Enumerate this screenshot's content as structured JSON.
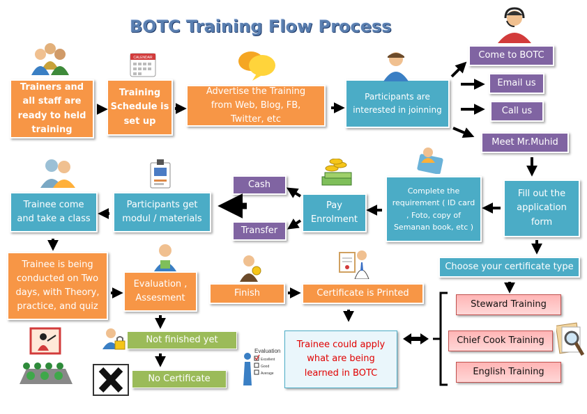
{
  "title": "BOTC Training Flow Process",
  "colors": {
    "orange": "#f79646",
    "teal": "#4bacc6",
    "purple": "#8064a2",
    "green": "#9bbb59",
    "pink": "#ffc7c7",
    "red_text": "#e00000"
  },
  "nodes": {
    "trainers_ready": "Trainers and all staff are ready to held training",
    "training_schedule": "Training Schedule is set up",
    "advertise": "Advertise the Training from Web, Blog, FB, Twitter, etc",
    "participants_interested": "Participants are interested in joinning",
    "come_to_botc": "Come to BOTC",
    "email_us": "Email us",
    "call_us": "Call us",
    "meet_mr_muhid": "Meet Mr.Muhid",
    "fill_out_form": "Fill out the application form",
    "complete_requirement": "Complete the requirement ( ID card , Foto, copy of Semanan book, etc )",
    "pay_enrolment": "Pay Enrolment",
    "cash": "Cash",
    "transfer": "Transfer",
    "participants_get_modul": "Participants get modul / materials",
    "trainee_come": "Trainee come and take a class",
    "trainee_conducted": "Trainee is being conducted on Two days, with Theory, practice, and quiz",
    "evaluation": "Evaluation , Assesment",
    "finish": "Finish",
    "certificate_printed": "Certificate is Printed",
    "not_finished": "Not finished yet",
    "no_certificate": "No Certificate",
    "trainee_apply": "Trainee could apply what are being learned in BOTC",
    "choose_certificate": "Choose your certificate type",
    "steward_training": "Steward Training",
    "chief_cook_training": "Chief Cook Training",
    "english_training": "English Training"
  },
  "icons": {
    "calendar_label": "CALENDAR",
    "eval_title": "Evaluation",
    "eval_options": [
      "Excellent",
      "Good",
      "Average"
    ]
  }
}
